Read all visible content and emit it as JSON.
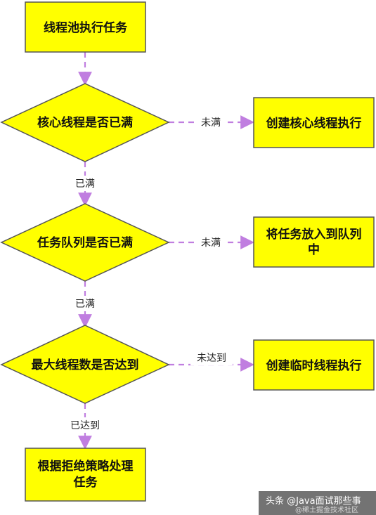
{
  "colors": {
    "node_fill": "#ffff00",
    "node_stroke": "#555555",
    "arrow": "#c07ee0"
  },
  "nodes": {
    "start": "线程池执行任务",
    "core_full": "核心线程是否已满",
    "create_core": "创建核心线程执行",
    "queue_full": "任务队列是否已满",
    "enqueue": "将任务放入到队列中",
    "max_reached": "最大线程数是否达到",
    "create_temp": "创建临时线程执行",
    "reject": "根据拒绝策略处理任务"
  },
  "edges": {
    "core_not_full": "未满",
    "core_full": "已满",
    "queue_not_full": "未满",
    "queue_full": "已满",
    "max_not_reached": "未达到",
    "max_reached": "已达到"
  },
  "watermark": {
    "text": "头条 @Java面试那些事",
    "sub": "@稀土掘金技术社区"
  }
}
